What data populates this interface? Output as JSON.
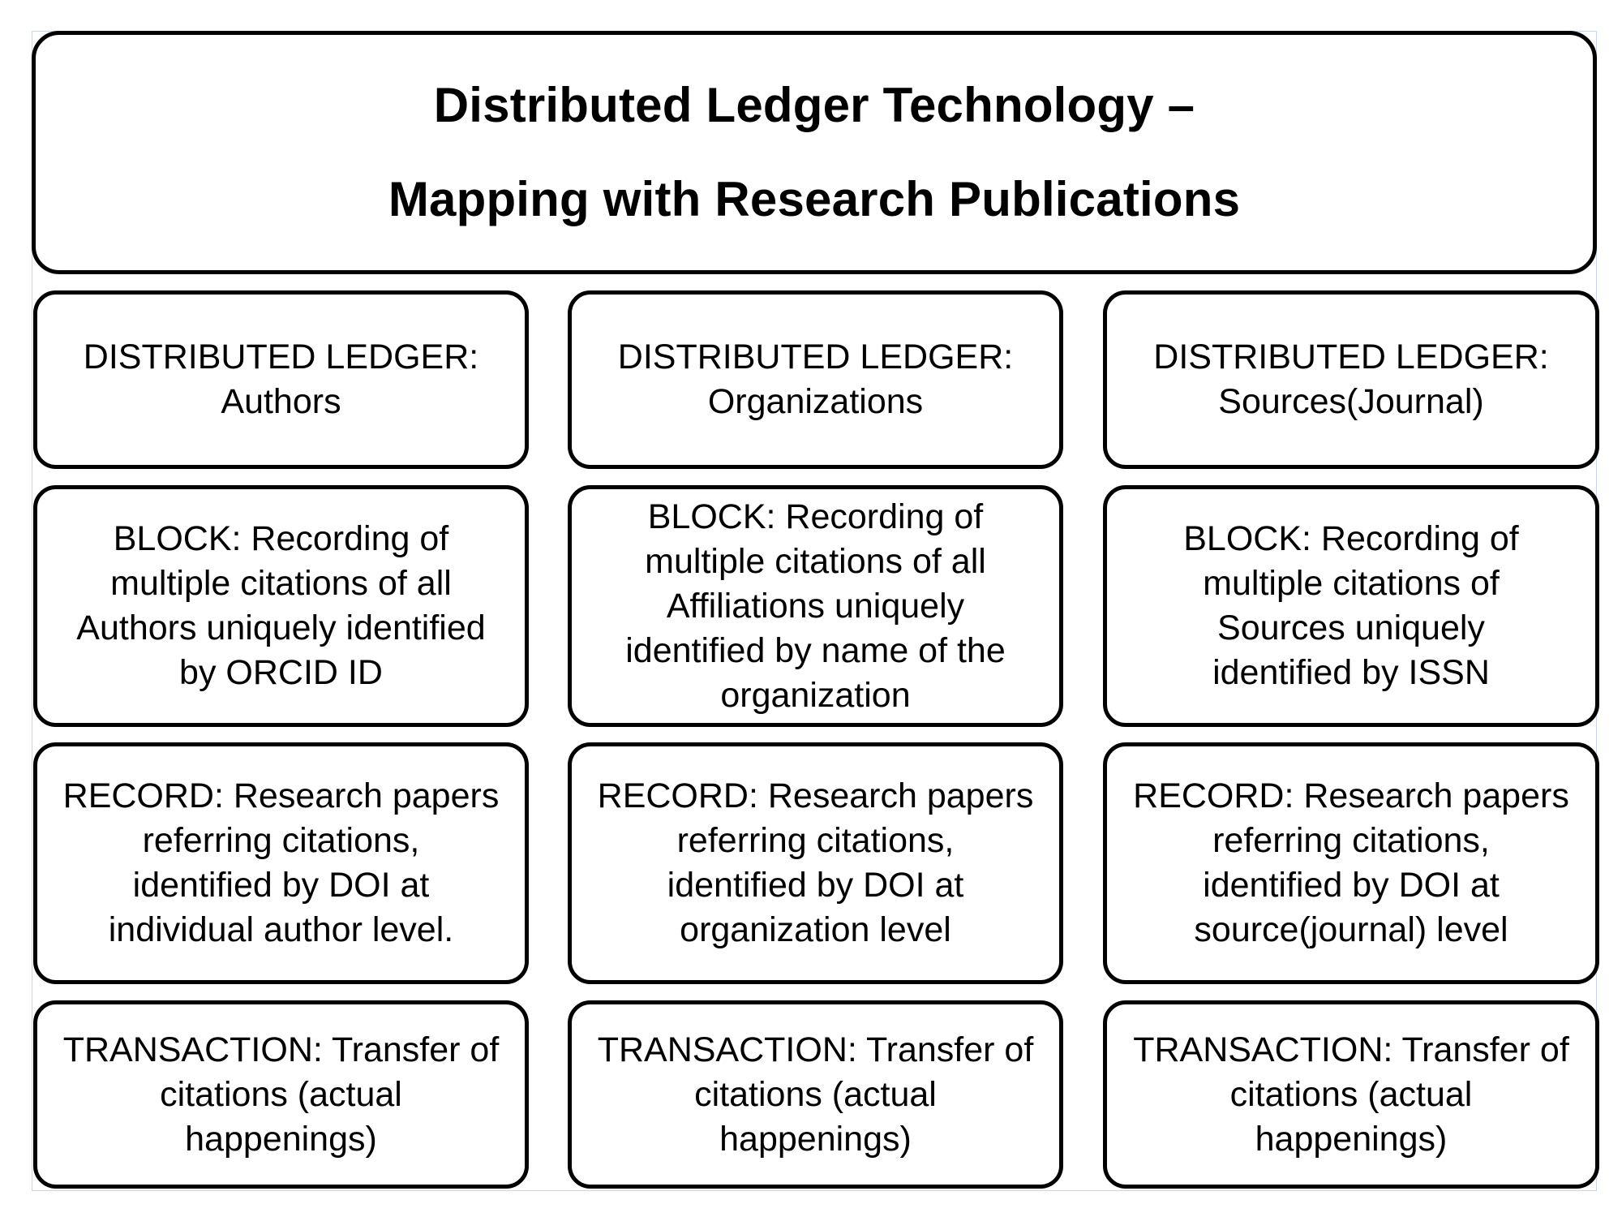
{
  "title": {
    "line1": "Distributed Ledger Technology –",
    "line2": "Mapping with Research Publications"
  },
  "columns": [
    {
      "ledger": "DISTRIBUTED LEDGER:\nAuthors",
      "block": "BLOCK: Recording of\nmultiple citations of all\nAuthors uniquely identified\nby ORCID ID",
      "record": "RECORD: Research papers\nreferring citations,\nidentified by DOI at\nindividual author level.",
      "transaction": "TRANSACTION: Transfer of\ncitations (actual\nhappenings)"
    },
    {
      "ledger": "DISTRIBUTED LEDGER:\nOrganizations",
      "block": "BLOCK: Recording of\nmultiple citations of all\nAffiliations uniquely\nidentified by name of the\norganization",
      "record": "RECORD: Research papers\nreferring citations,\nidentified by DOI at\norganization level",
      "transaction": "TRANSACTION: Transfer of\ncitations (actual\nhappenings)"
    },
    {
      "ledger": "DISTRIBUTED LEDGER:\nSources(Journal)",
      "block": "BLOCK: Recording of\nmultiple citations of\nSources  uniquely\nidentified by ISSN",
      "record": "RECORD: Research papers\nreferring citations,\nidentified by DOI at\nsource(journal) level",
      "transaction": "TRANSACTION: Transfer of\ncitations (actual\nhappenings)"
    }
  ]
}
